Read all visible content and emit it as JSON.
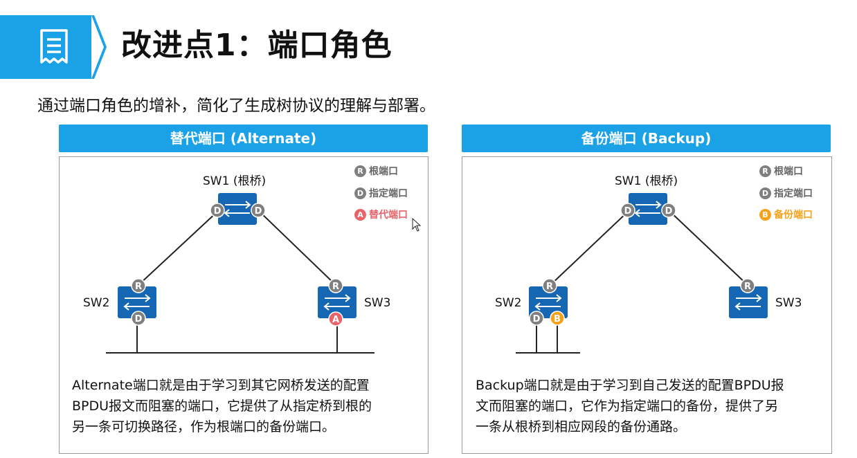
{
  "header": {
    "title": "改进点1：端口角色",
    "icon": "document-icon"
  },
  "subtitle": "通过端口角色的增补，简化了生成树协议的理解与部署。",
  "colors": {
    "brand_blue": "#1aa1e6",
    "switch_blue": "#1667b3",
    "port_gray": "#7f7f7f",
    "alternate_red": "#e8636a",
    "backup_orange": "#f5a21b"
  },
  "panels": [
    {
      "header": "替代端口 (Alternate)",
      "legend": [
        {
          "letter": "R",
          "label": "根端口"
        },
        {
          "letter": "D",
          "label": "指定端口"
        },
        {
          "letter": "A",
          "label": "替代端口"
        }
      ],
      "switches": {
        "sw1": "SW1 (根桥)",
        "sw2": "SW2",
        "sw3": "SW3"
      },
      "ports": {
        "sw1_left": "D",
        "sw1_right": "D",
        "sw2_top": "R",
        "sw2_bottom": "D",
        "sw3_top": "R",
        "sw3_bottom": "A"
      },
      "description": [
        "Alternate端口就是由于学习到其它网桥发送的配置",
        "BPDU报文而阻塞的端口，它提供了从指定桥到根的",
        "另一条可切换路径，作为根端口的备份端口。"
      ]
    },
    {
      "header": "备份端口 (Backup)",
      "legend": [
        {
          "letter": "R",
          "label": "根端口"
        },
        {
          "letter": "D",
          "label": "指定端口"
        },
        {
          "letter": "B",
          "label": "备份端口"
        }
      ],
      "switches": {
        "sw1": "SW1 (根桥)",
        "sw2": "SW2",
        "sw3": "SW3"
      },
      "ports": {
        "sw1_left": "D",
        "sw1_right": "D",
        "sw2_top": "R",
        "sw2_bottom_left": "D",
        "sw2_bottom_right": "B",
        "sw3_top": "R"
      },
      "description": [
        "Backup端口就是由于学习到自己发送的配置BPDU报",
        "文而阻塞的端口，它作为指定端口的备份，提供了另",
        "一条从根桥到相应网段的备份通路。"
      ]
    }
  ]
}
